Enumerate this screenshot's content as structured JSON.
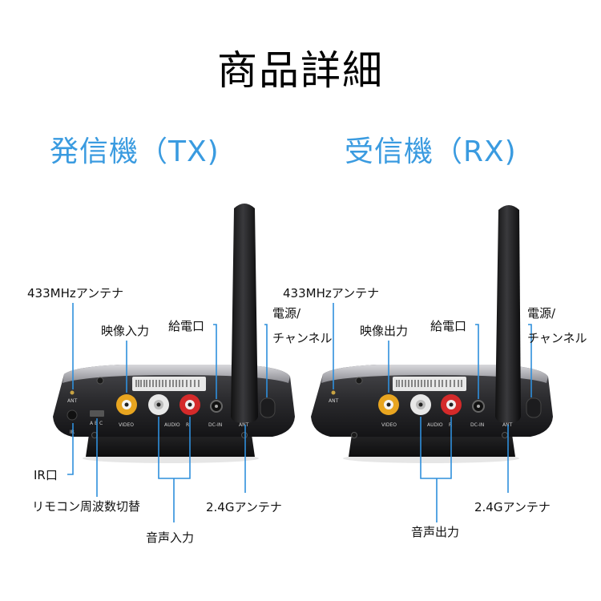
{
  "page": {
    "title": "商品詳細"
  },
  "tx": {
    "title": "発信機（TX)",
    "labels": {
      "antenna433": "433MHzアンテナ",
      "video": "映像入力",
      "power_port": "給電口",
      "power_channel_1": "電源/",
      "power_channel_2": "チャンネル",
      "ir": "IR口",
      "remote_freq": "リモコン周波数切替",
      "antenna24": "2.4Gアンテナ",
      "audio": "音声入力"
    },
    "panel": {
      "ant": "ANT",
      "video": "VIDEO",
      "audio": "AUDIO",
      "r": "R",
      "dcin": "DC-IN",
      "ant2": "ANT",
      "ir": "IR",
      "abc": "A B C"
    }
  },
  "rx": {
    "title": "受信機（RX)",
    "labels": {
      "antenna433": "433MHzアンテナ",
      "video": "映像出力",
      "power_port": "給電口",
      "power_channel_1": "電源/",
      "power_channel_2": "チャンネル",
      "antenna24": "2.4Gアンテナ",
      "audio": "音声出力"
    },
    "panel": {
      "ant": "ANT",
      "video": "VIDEO",
      "audio": "AUDIO",
      "r": "R",
      "dcin": "DC-IN",
      "ant2": "ANT"
    }
  }
}
